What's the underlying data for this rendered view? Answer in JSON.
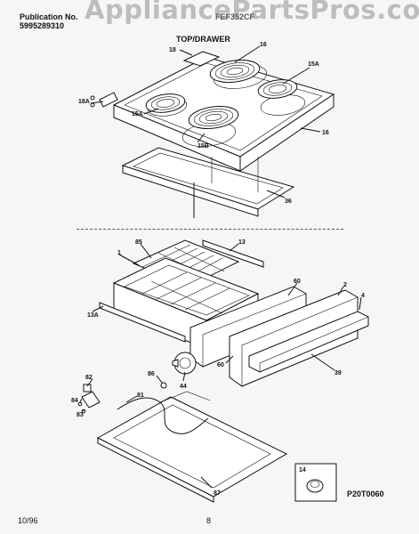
{
  "header": {
    "publication_label": "Publication No.",
    "publication_number": "5995289310",
    "model": "FEF352CF",
    "section_title": "TOP/DRAWER",
    "watermark": "AppliancePartsPros.com"
  },
  "footer": {
    "date": "10/96",
    "page": "8",
    "diagram_code": "P20T0060"
  },
  "callouts": {
    "c18": "18",
    "c16a": "16",
    "c15a_right": "15A",
    "c18a": "18A",
    "c15a_left": "15A",
    "c16b": "16",
    "c15b": "15B",
    "c36": "36",
    "c85": "85",
    "c13": "13",
    "c1": "1",
    "c60a": "60",
    "c2": "2",
    "c4": "4",
    "c13a": "13A",
    "c60b": "60",
    "c39": "39",
    "c86": "86",
    "c44": "44",
    "c82": "82",
    "c81": "81",
    "c84": "84",
    "c83": "83",
    "c87": "87",
    "c14": "14"
  }
}
